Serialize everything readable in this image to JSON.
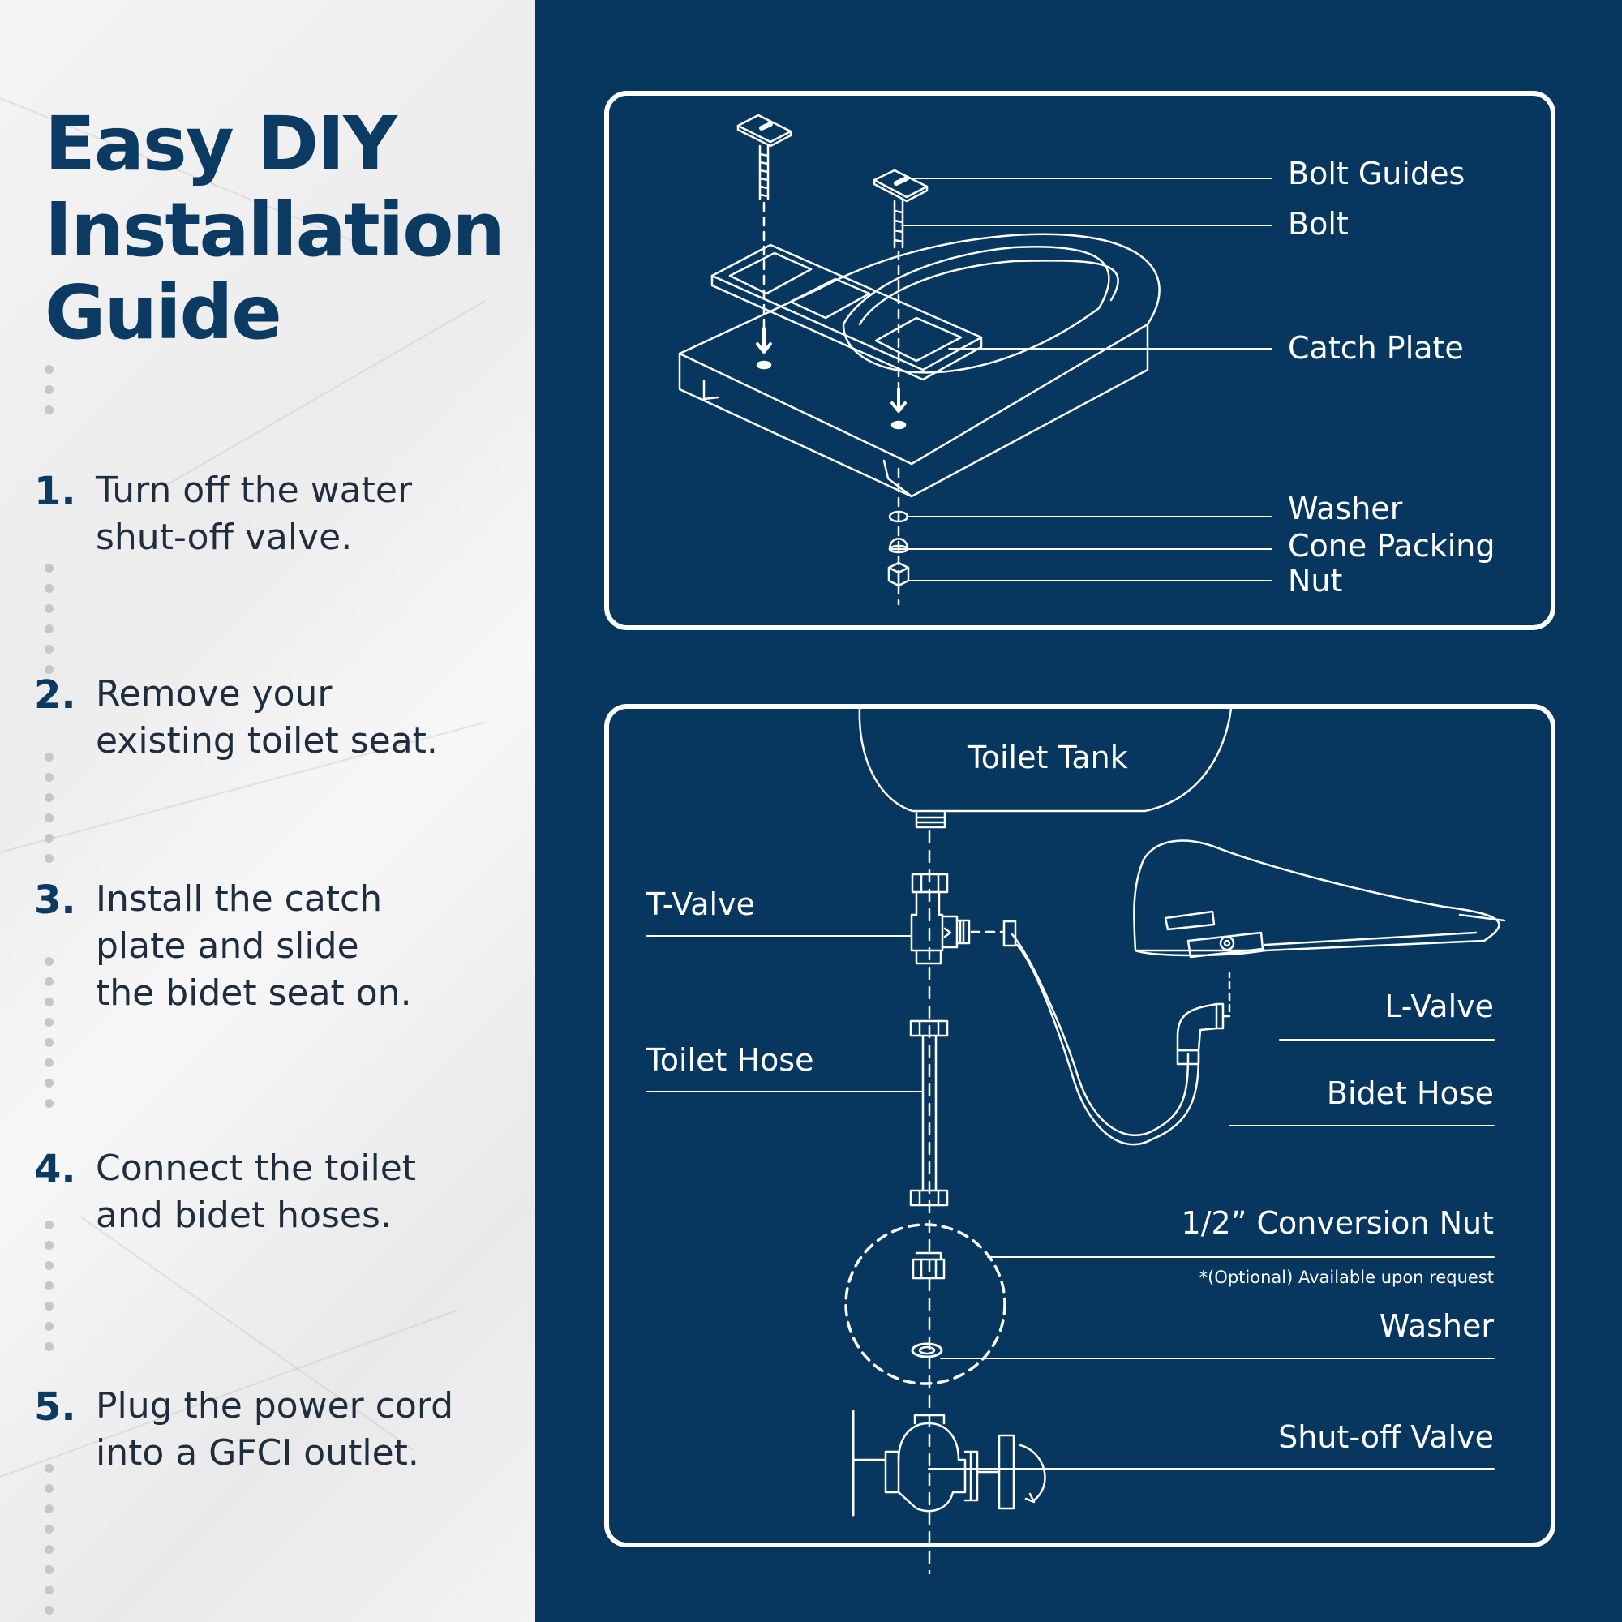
{
  "title": {
    "line1": "Easy DIY",
    "line2": "Installation",
    "line3": "Guide"
  },
  "steps": [
    {
      "num": "1.",
      "text": "Turn off the water\nshut-off valve."
    },
    {
      "num": "2.",
      "text": "Remove your\nexisting toilet seat."
    },
    {
      "num": "3.",
      "text": "Install the catch\nplate and slide\nthe bidet seat on."
    },
    {
      "num": "4.",
      "text": "Connect the toilet\nand bidet hoses."
    },
    {
      "num": "5.",
      "text": "Plug the power cord\ninto a GFCI outlet."
    }
  ],
  "top_panel": {
    "labels": {
      "bolt_guides": "Bolt Guides",
      "bolt": "Bolt",
      "catch_plate": "Catch Plate",
      "washer": "Washer",
      "cone_packing": "Cone Packing",
      "nut": "Nut"
    }
  },
  "bottom_panel": {
    "labels": {
      "toilet_tank": "Toilet Tank",
      "t_valve": "T-Valve",
      "l_valve": "L-Valve",
      "toilet_hose": "Toilet Hose",
      "bidet_hose": "Bidet Hose",
      "conversion_nut": "1/2” Conversion Nut",
      "optional_note": "*(Optional) Available upon request",
      "washer": "Washer",
      "shutoff_valve": "Shut-off Valve"
    }
  },
  "colors": {
    "navy": "#07375f",
    "title": "#0b3a63",
    "line": "#ffffff"
  }
}
